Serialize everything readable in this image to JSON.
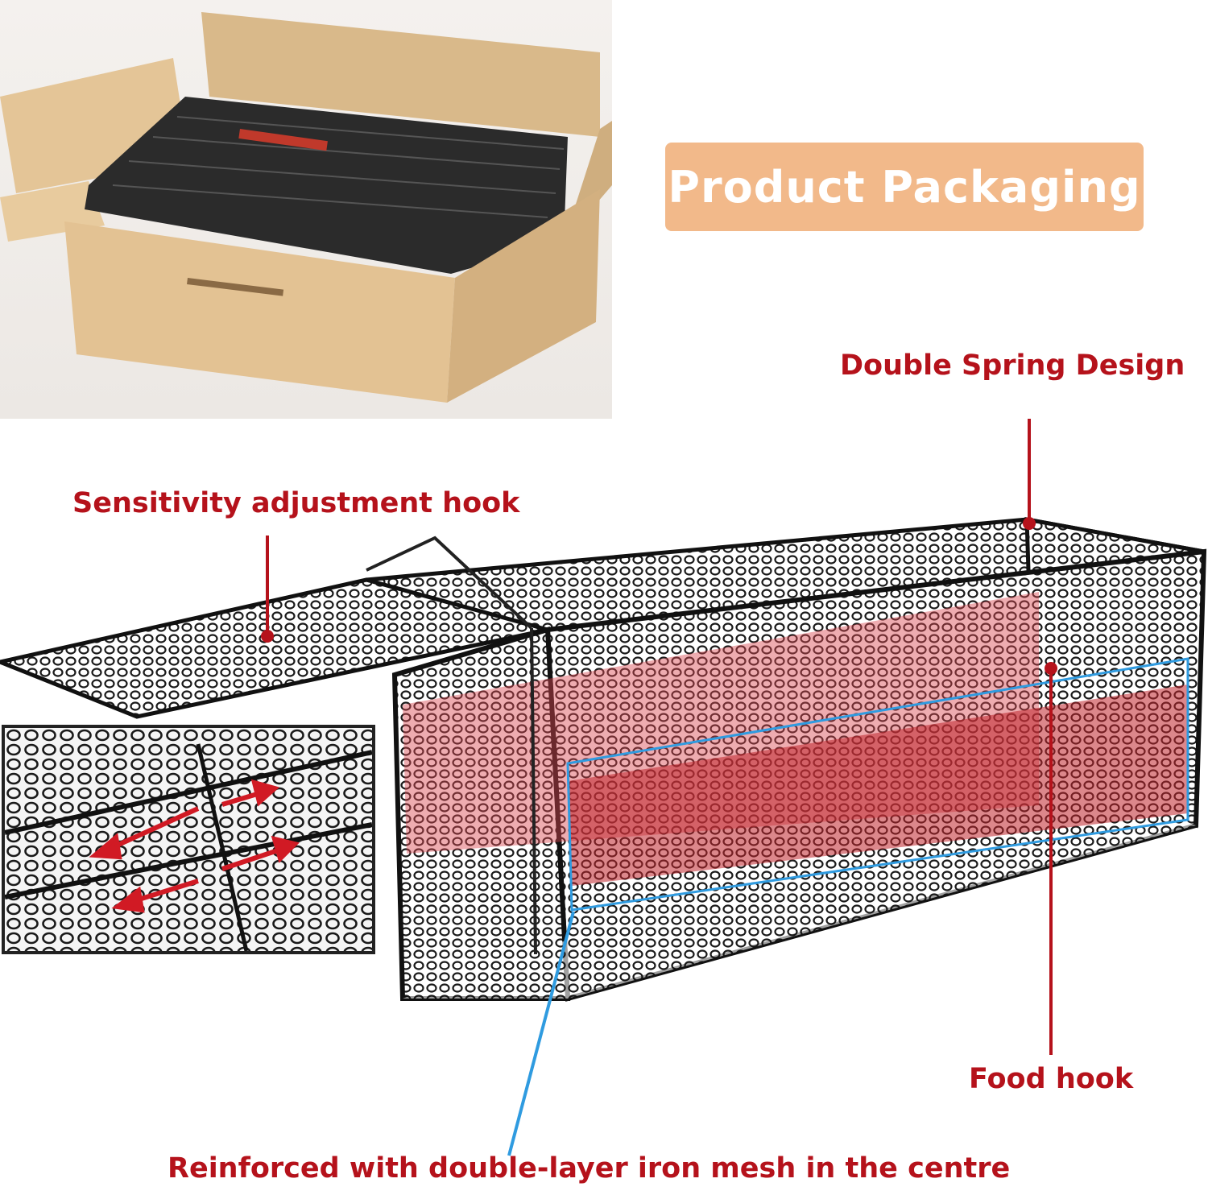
{
  "packaging": {
    "title": "Product Packaging"
  },
  "callouts": {
    "double_spring": "Double Spring Design",
    "sensitivity_hook": "Sensitivity adjustment hook",
    "food_hook": "Food hook",
    "reinforced": "Reinforced with double-layer iron mesh in the centre"
  },
  "colors": {
    "accent_badge": "#f2b98a",
    "callout_text": "#b5121b",
    "highlight_blue": "#2f9be0",
    "highlight_red": "#d9484f"
  }
}
